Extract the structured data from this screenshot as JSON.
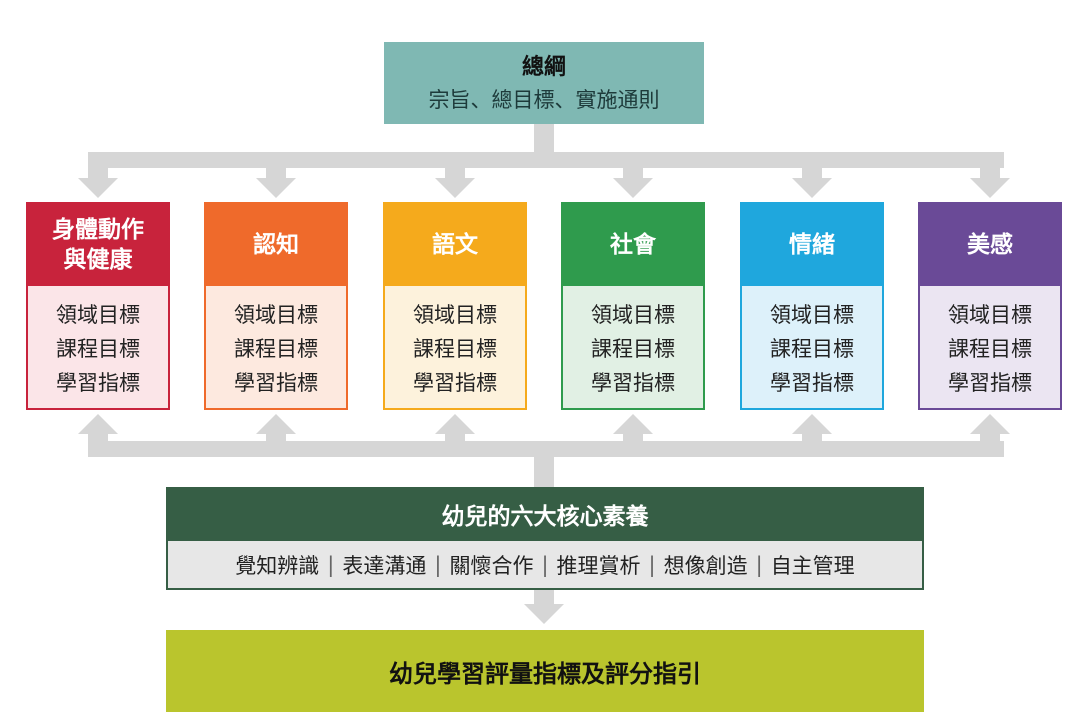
{
  "general": {
    "title": "總綱",
    "subtitle": "宗旨、總目標、實施通則"
  },
  "domains": [
    {
      "name": "身體動作\n與健康",
      "head_color": "#c8233c",
      "body_bg": "#fbe5e8",
      "items": [
        "領域目標",
        "課程目標",
        "學習指標"
      ]
    },
    {
      "name": "認知",
      "head_color": "#ef6a2b",
      "body_bg": "#fde9df",
      "items": [
        "領域目標",
        "課程目標",
        "學習指標"
      ]
    },
    {
      "name": "語文",
      "head_color": "#f5aa1c",
      "body_bg": "#fdf2dc",
      "items": [
        "領域目標",
        "課程目標",
        "學習指標"
      ]
    },
    {
      "name": "社會",
      "head_color": "#2f9b4d",
      "body_bg": "#e1f0e4",
      "items": [
        "領域目標",
        "課程目標",
        "學習指標"
      ]
    },
    {
      "name": "情緒",
      "head_color": "#1fa7dd",
      "body_bg": "#ddf1fa",
      "items": [
        "領域目標",
        "課程目標",
        "學習指標"
      ]
    },
    {
      "name": "美感",
      "head_color": "#6a4a97",
      "body_bg": "#ebe5f2",
      "items": [
        "領域目標",
        "課程目標",
        "學習指標"
      ]
    }
  ],
  "competencies": {
    "title": "幼兒的六大核心素養",
    "items": [
      "覺知辨識",
      "表達溝通",
      "關懷合作",
      "推理賞析",
      "想像創造",
      "自主管理"
    ],
    "separator": "|"
  },
  "assessment": {
    "title": "幼兒學習評量指標及評分指引"
  },
  "colors": {
    "connector": "#d6d6d6"
  }
}
